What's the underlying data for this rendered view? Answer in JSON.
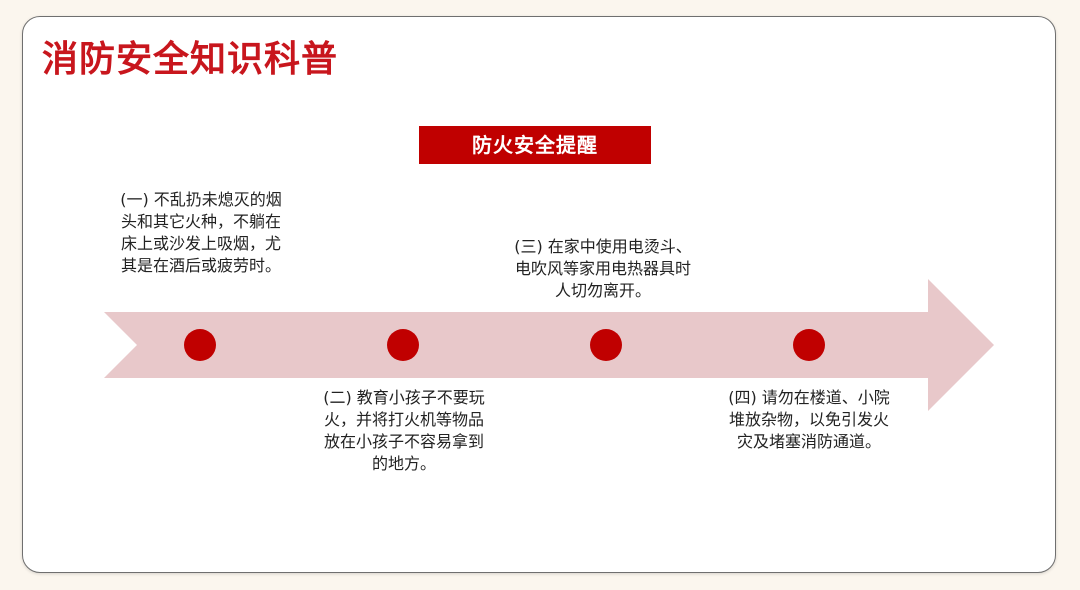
{
  "page": {
    "title": "消防安全知识科普",
    "section_title": "防火安全提醒"
  },
  "timeline": {
    "tips": [
      {
        "text": "(一) 不乱扔未熄灭的烟头和其它火种，不躺在床上或沙发上吸烟，尤其是在酒后或疲劳时。"
      },
      {
        "text": "(二) 教育小孩子不要玩火，并将打火机等物品放在小孩子不容易拿到的地方。"
      },
      {
        "text": "(三) 在家中使用电烫斗、电吹风等家用电热器具时人切勿离开。"
      },
      {
        "text": "(四) 请勿在楼道、小院堆放杂物，以免引发火灾及堵塞消防通道。"
      }
    ]
  },
  "colors": {
    "accent": "#c00000",
    "title_red": "#c8161d",
    "arrow_fill": "#e8c8ca"
  }
}
